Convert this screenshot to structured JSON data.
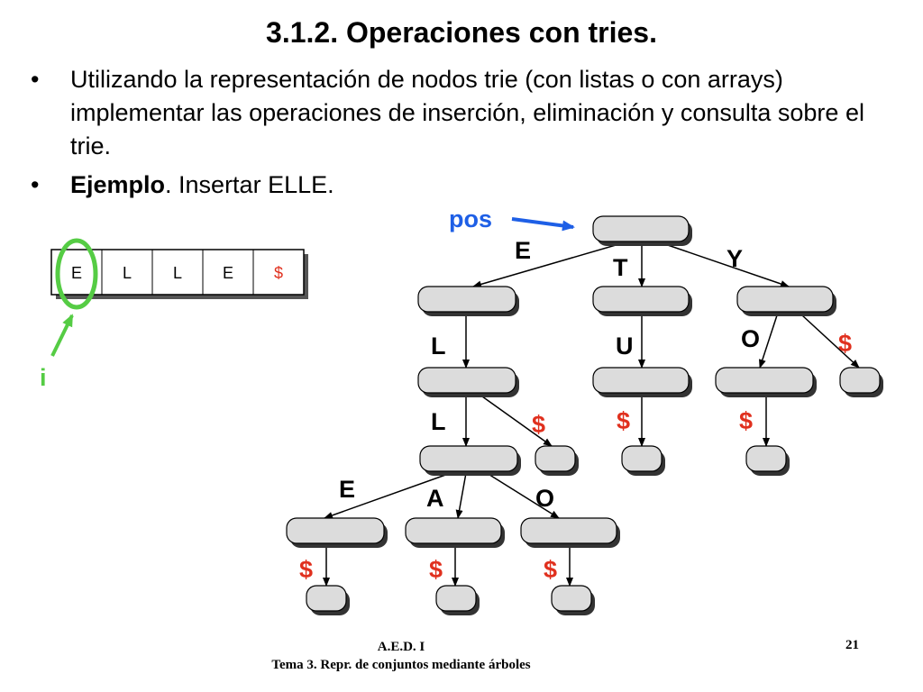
{
  "slide": {
    "title": "3.1.2. Operaciones con tries.",
    "bullets": [
      {
        "symbol": "•",
        "text": "Utilizando la representación de nodos trie (con listas o con arrays) implementar las operaciones de inserción, eliminación y consulta sobre el trie."
      },
      {
        "symbol": "•",
        "bold": "Ejemplo",
        "text": ". Insertar ELLE."
      }
    ],
    "footer": {
      "line1": "A.E.D. I",
      "line2": "Tema 3. Repr. de conjuntos mediante árboles",
      "page": "21"
    }
  },
  "diagram": {
    "array_cells": [
      "E",
      "L",
      "L",
      "E",
      "$"
    ],
    "index_label": "i",
    "pointer_label": "pos",
    "edge_labels": {
      "e1": "E",
      "t": "T",
      "y": "Y",
      "l1": "L",
      "u": "U",
      "o1": "O",
      "d_y": "$",
      "l2": "L",
      "d_l": "$",
      "d_u": "$",
      "d_o": "$",
      "e2": "E",
      "a": "A",
      "o2": "O",
      "d_e": "$",
      "d_a": "$",
      "d_o2": "$"
    },
    "colors": {
      "node_fill": "#dcdcdc",
      "node_stroke": "#000000",
      "dollar": "#e0301e",
      "pointer": "#1e5fe6",
      "index": "#55cc44"
    }
  }
}
